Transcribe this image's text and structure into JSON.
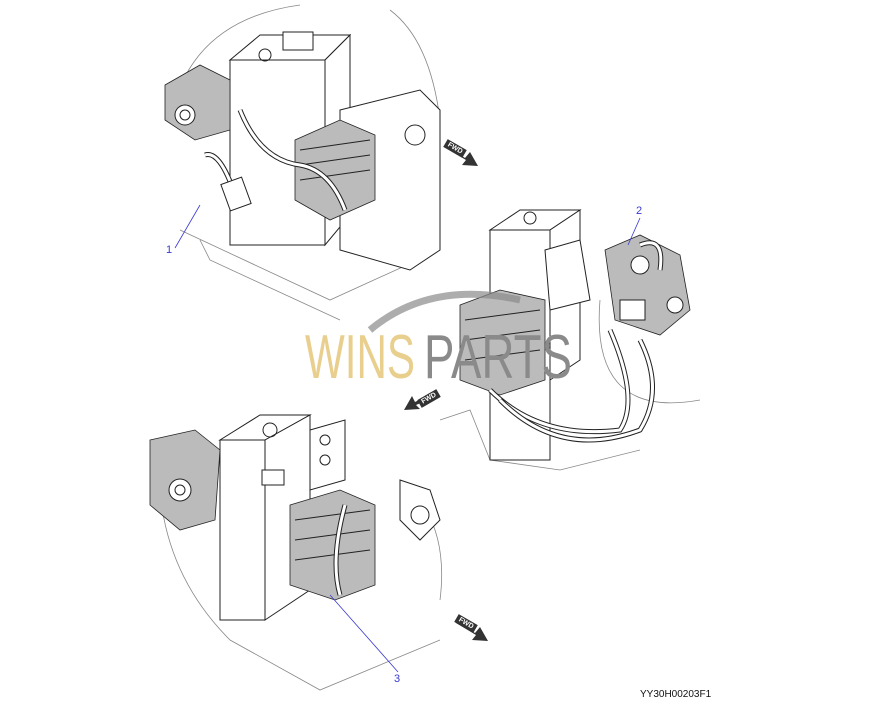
{
  "diagram": {
    "callouts": [
      "1",
      "2",
      "3"
    ],
    "fwd_label": "FWD",
    "figure_id": "YY30H00203F1",
    "watermark": {
      "part1": "WINS",
      "part2": "PARTS"
    },
    "colors": {
      "callout": "#3a3ad0",
      "watermark_gold": "#e9cf8e",
      "watermark_gray": "#8a8a8a"
    }
  }
}
